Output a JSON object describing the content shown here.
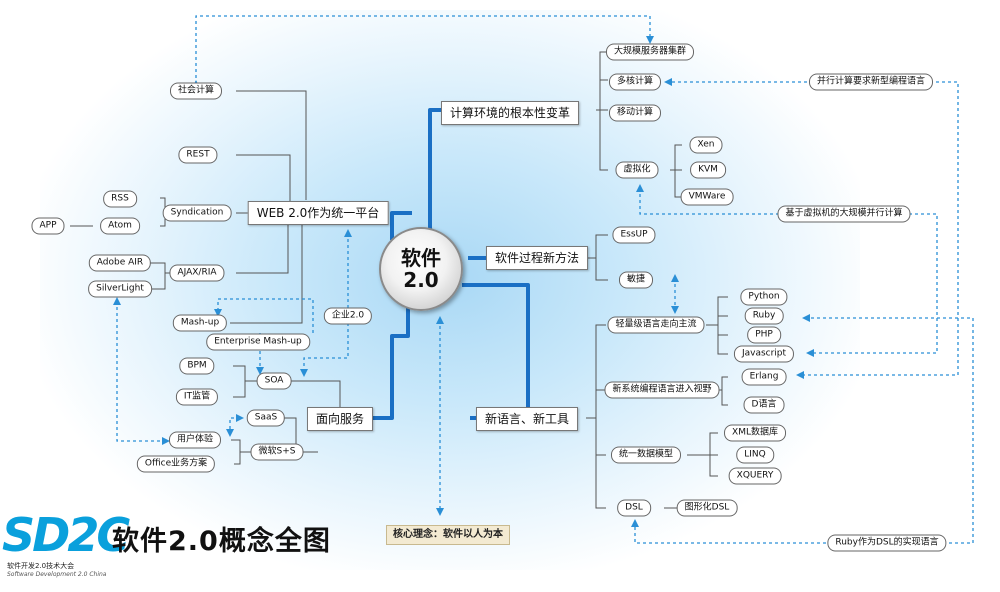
{
  "center": {
    "line1": "软件",
    "line2": "2.0"
  },
  "hubs": {
    "compute": "计算环境的根本性变革",
    "web": "WEB 2.0作为统一平台",
    "process": "软件过程新方法",
    "service": "面向服务",
    "lang": "新语言、新工具"
  },
  "compute_items": {
    "cluster": "大规模服务器集群",
    "multicore": "多核计算",
    "mobile": "移动计算",
    "virtual": "虚拟化",
    "xen": "Xen",
    "kvm": "KVM",
    "vmware": "VMWare"
  },
  "web_items": {
    "social": "社会计算",
    "rest": "REST",
    "rss": "RSS",
    "syndication": "Syndication",
    "atom": "Atom",
    "app": "APP",
    "adobe_air": "Adobe AIR",
    "ajax": "AJAX/RIA",
    "silverlight": "SilverLight",
    "mashup": "Mash-up"
  },
  "service_items": {
    "enterprise_mashup": "Enterprise Mash-up",
    "enterprise20": "企业2.0",
    "bpm": "BPM",
    "soa": "SOA",
    "it_control": "IT监管",
    "saas": "SaaS",
    "user_exp": "用户体验",
    "ms_spluss": "微软S+S",
    "office": "Office业务方案"
  },
  "process_items": {
    "essup": "EssUP",
    "agile": "敏捷"
  },
  "lang_items": {
    "lightweight": "轻量级语言走向主流",
    "python": "Python",
    "ruby": "Ruby",
    "php": "PHP",
    "javascript": "Javascript",
    "new_paradigm": "新系统编程语言进入视野",
    "erlang": "Erlang",
    "d_lang": "D语言",
    "unified": "统一数据模型",
    "xml_db": "XML数据库",
    "linq": "LINQ",
    "xquery": "XQUERY",
    "dsl": "DSL",
    "graphical_dsl": "图形化DSL"
  },
  "annotations": {
    "parallel": "并行计算要求新型编程语言",
    "vm_parallel": "基于虚拟机的大规模并行计算",
    "ruby_dsl": "Ruby作为DSL的实现语言"
  },
  "footer": {
    "logo_text": "SD2C",
    "logo_cn": "软件开发2.0技术大会",
    "logo_en": "Software Development 2.0 China",
    "title": "软件2.0概念全图",
    "core_idea": "核心理念：软件以人为本"
  },
  "colors": {
    "accent_blue": "#1a6fc4",
    "dashed_blue": "#2a8fd6",
    "logo_cyan": "#0aa0dc",
    "glow": "#a9d8f5"
  }
}
